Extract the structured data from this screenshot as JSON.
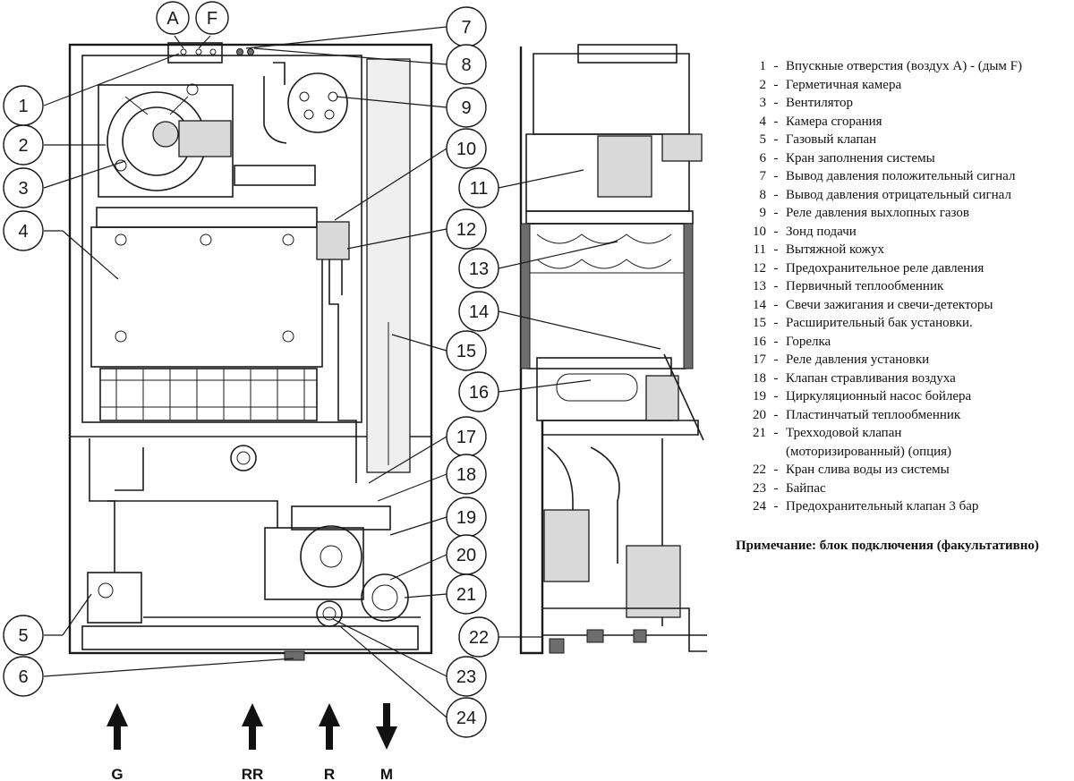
{
  "legend": [
    {
      "num": "1",
      "text": "Впускные отверстия (воздух A) - (дым F)"
    },
    {
      "num": "2",
      "text": "Герметичная камера"
    },
    {
      "num": "3",
      "text": "Вентилятор"
    },
    {
      "num": "4",
      "text": "Камера сгорания"
    },
    {
      "num": "5",
      "text": "Газовый клапан"
    },
    {
      "num": "6",
      "text": "Кран заполнения системы"
    },
    {
      "num": "7",
      "text": "Вывод давления положительный сигнал"
    },
    {
      "num": "8",
      "text": "Вывод давления отрицательный сигнал"
    },
    {
      "num": "9",
      "text": "Реле давления выхлопных газов"
    },
    {
      "num": "10",
      "text": "Зонд подачи"
    },
    {
      "num": "11",
      "text": "Вытяжной кожух"
    },
    {
      "num": "12",
      "text": "Предохранительное реле давления"
    },
    {
      "num": "13",
      "text": "Первичный теплообменник"
    },
    {
      "num": "14",
      "text": "Свечи зажигания и свечи-детекторы"
    },
    {
      "num": "15",
      "text": "Расширительный бак установки."
    },
    {
      "num": "16",
      "text": "Горелка"
    },
    {
      "num": "17",
      "text": "Реле давления установки"
    },
    {
      "num": "18",
      "text": "Клапан стравливания воздуха"
    },
    {
      "num": "19",
      "text": "Циркуляционный насос бойлера"
    },
    {
      "num": "20",
      "text": "Пластинчатый теплообменник"
    },
    {
      "num": "21",
      "text": "Трехходовой клапан"
    },
    {
      "num": "",
      "text": "(моторизированный) (опция)"
    },
    {
      "num": "22",
      "text": "Кран слива воды из системы"
    },
    {
      "num": "23",
      "text": "Байпас"
    },
    {
      "num": "24",
      "text": "Предохранительный клапан 3 бар"
    }
  ],
  "legend_dash": "-",
  "note": "Примечание: блок подключения (факультативно)",
  "callouts_left": [
    "1",
    "2",
    "3",
    "4",
    "5",
    "6"
  ],
  "callouts_top": [
    "A",
    "F"
  ],
  "callouts_right_front": [
    "7",
    "8",
    "9",
    "10",
    "12",
    "15",
    "17",
    "18",
    "19",
    "20",
    "21",
    "23",
    "24"
  ],
  "callouts_side": [
    "11",
    "13",
    "14",
    "16",
    "22"
  ],
  "connections": [
    {
      "label": "G",
      "direction": "up"
    },
    {
      "label": "RR",
      "direction": "up"
    },
    {
      "label": "R",
      "direction": "up"
    },
    {
      "label": "M",
      "direction": "down"
    }
  ]
}
